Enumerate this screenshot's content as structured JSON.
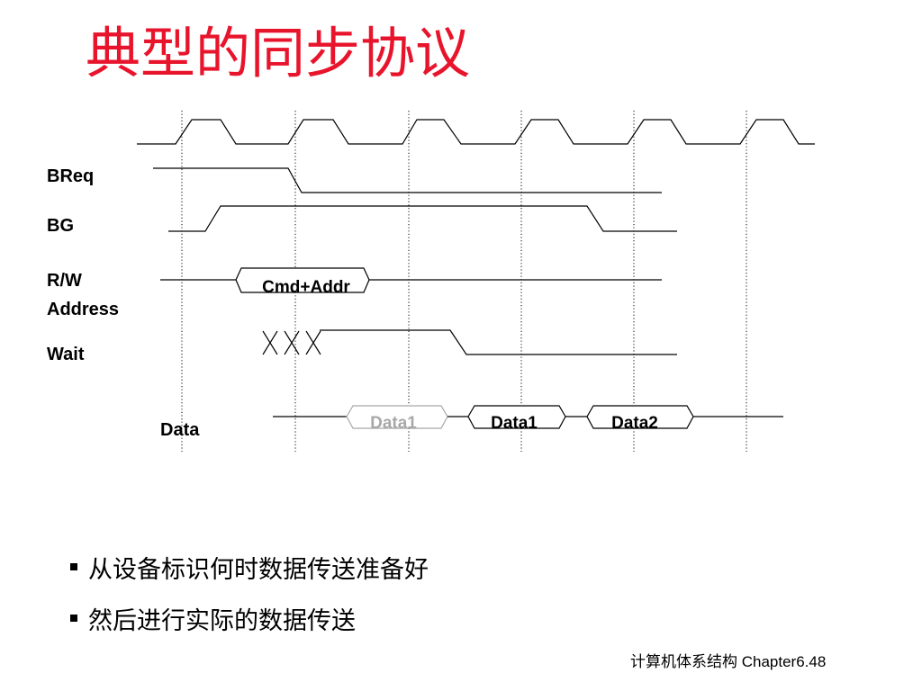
{
  "slide": {
    "title": "典型的同步协议",
    "bullets": [
      "从设备标识何时数据传送准备好",
      "然后进行实际的数据传送"
    ],
    "footer": "计算机体系结构 Chapter6.48",
    "colors": {
      "title": "#e8142c",
      "text": "#000000",
      "pending_bus": "#a8a8a8"
    }
  },
  "diagram": {
    "signals": {
      "breq": "BReq",
      "bg": "BG",
      "rw": "R/W",
      "address": "Address",
      "wait": "Wait",
      "data": "Data"
    },
    "buses": {
      "cmd_addr": "Cmd+Addr",
      "data1_pending": "Data1",
      "data1": "Data1",
      "data2": "Data2"
    }
  }
}
